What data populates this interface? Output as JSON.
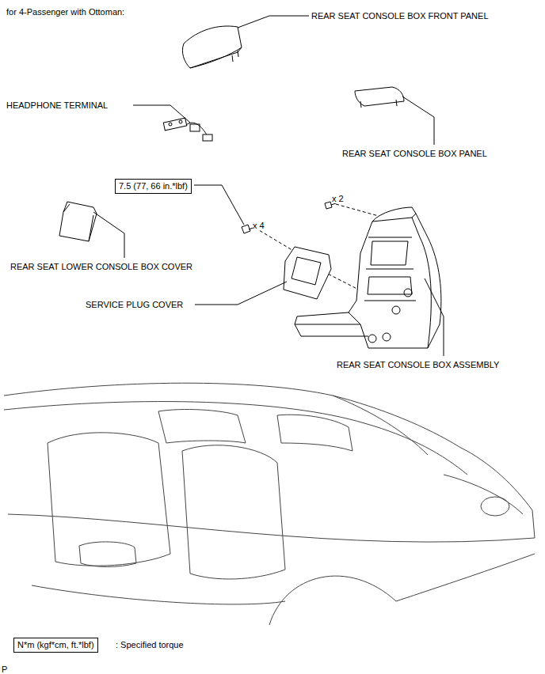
{
  "diagram": {
    "title": "for 4-Passenger with Ottoman:",
    "nodes": [
      {
        "text": [
          "7.5 (77, 66 in.*lbf)"
        ]
      },
      {
        "text": [
          "N*m (kgf*cm, ft.*lbf)"
        ]
      }
    ],
    "labels": [
      "REAR SEAT CONSOLE BOX FRONT PANEL",
      "HEADPHONE TERMINAL",
      "REAR SEAT CONSOLE BOX PANEL",
      "x 2",
      "x 4",
      "REAR SEAT LOWER CONSOLE BOX COVER",
      "SERVICE PLUG COVER",
      "REAR SEAT CONSOLE BOX ASSEMBLY",
      ": Specified torque",
      "P"
    ]
  }
}
